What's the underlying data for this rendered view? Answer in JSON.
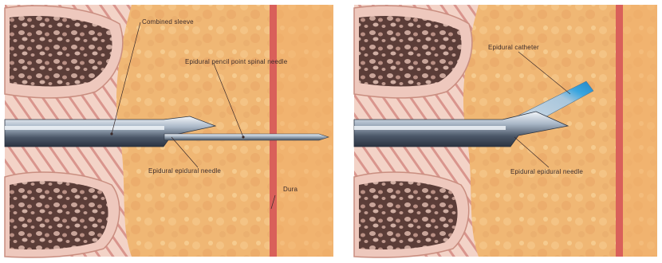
{
  "panels": [
    {
      "id": "left",
      "labels": {
        "combined_sleeve": "Combined sleeve",
        "spinal_needle": "Epidural pencil point spinal needle",
        "epidural_needle": "Epidural epidural needle",
        "dura": "Dura"
      }
    },
    {
      "id": "right",
      "labels": {
        "epidural_catheter": "Epidural catheter",
        "epidural_needle": "Epidural epidural needle"
      }
    }
  ],
  "colors": {
    "background_tissue": "#f0b97a",
    "ligament": "#f3cfc2",
    "ligament_stripe": "#d98f86",
    "bone_cortex": "#efc9bf",
    "bone_cancellous": "#5a3b36",
    "dura": "#d9605a",
    "needle_dark": "#3f4a5a",
    "needle_light": "#c9d4e0",
    "catheter_tip": "#3aa6e0"
  }
}
